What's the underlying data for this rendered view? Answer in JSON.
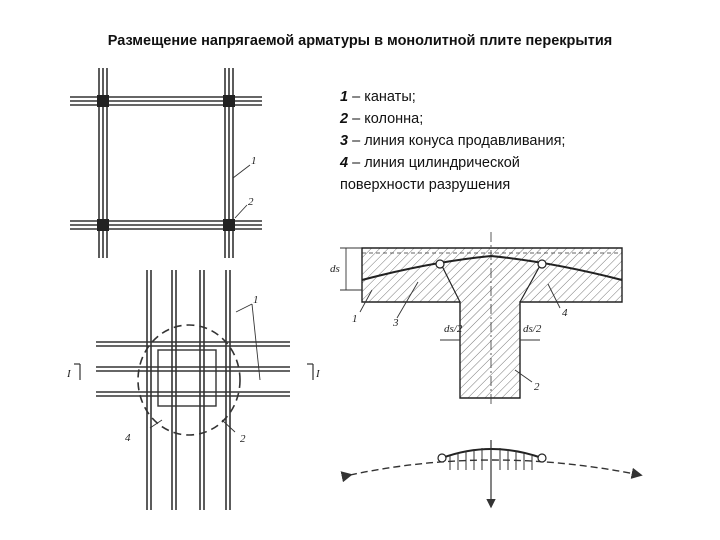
{
  "title": "Размещение напрягаемой арматуры в монолитной плите перекрытия",
  "legend": [
    {
      "num": "1",
      "text": " – канаты;"
    },
    {
      "num": "2",
      "text": " – колонна;"
    },
    {
      "num": "3",
      "text": " – линия конуса продавливания;"
    },
    {
      "num": "4",
      "text": " – линия цилиндрической"
    },
    {
      "num": "",
      "text": "поверхности разрушения"
    }
  ],
  "labels": {
    "plan_1": "1",
    "plan_2": "2",
    "detail_1": "1",
    "detail_4": "4",
    "detail_2": "2",
    "section_left": "I",
    "section_right": "I",
    "sec_ds": "ds",
    "sec_1": "1",
    "sec_3": "3",
    "sec_4": "4",
    "sec_ds2_left": "ds/2",
    "sec_ds2_right": "ds/2",
    "sec_2": "2"
  }
}
